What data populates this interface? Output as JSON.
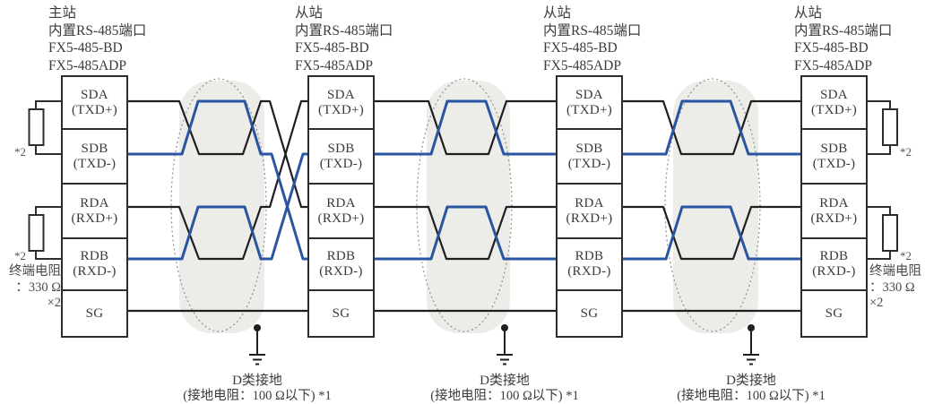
{
  "colors": {
    "wire_black": "#1f1f1f",
    "wire_blue": "#2a55a2",
    "shield_fill": "#ecece9",
    "shield_outline": "#909090",
    "box_border": "#2d2d2d",
    "text": "#3b3b39"
  },
  "stations": [
    {
      "header_lines": [
        "主站",
        "内置RS-485端口",
        "FX5-485-BD",
        "FX5-485ADP"
      ],
      "terminals": [
        [
          "SDA",
          "(TXD+)"
        ],
        [
          "SDB",
          "(TXD-)"
        ],
        [
          "RDA",
          "(RXD+)"
        ],
        [
          "RDB",
          "(RXD-)"
        ],
        [
          "SG",
          ""
        ]
      ]
    },
    {
      "header_lines": [
        "从站",
        "内置RS-485端口",
        "FX5-485-BD",
        "FX5-485ADP"
      ],
      "terminals": [
        [
          "SDA",
          "(TXD+)"
        ],
        [
          "SDB",
          "(TXD-)"
        ],
        [
          "RDA",
          "(RXD+)"
        ],
        [
          "RDB",
          "(RXD-)"
        ],
        [
          "SG",
          ""
        ]
      ]
    },
    {
      "header_lines": [
        "从站",
        "内置RS-485端口",
        "FX5-485-BD",
        "FX5-485ADP"
      ],
      "terminals": [
        [
          "SDA",
          "(TXD+)"
        ],
        [
          "SDB",
          "(TXD-)"
        ],
        [
          "RDA",
          "(RXD+)"
        ],
        [
          "RDB",
          "(RXD-)"
        ],
        [
          "SG",
          ""
        ]
      ]
    },
    {
      "header_lines": [
        "从站",
        "内置RS-485端口",
        "FX5-485-BD",
        "FX5-485ADP"
      ],
      "terminals": [
        [
          "SDA",
          "(TXD+)"
        ],
        [
          "SDB",
          "(TXD-)"
        ],
        [
          "RDA",
          "(RXD+)"
        ],
        [
          "RDB",
          "(RXD-)"
        ],
        [
          "SG",
          ""
        ]
      ]
    }
  ],
  "termination": {
    "marker": "*2",
    "note_lines": [
      "终端电阻",
      "：330 Ω",
      "×2"
    ]
  },
  "ground": {
    "label": "D类接地",
    "detail": "(接地电阻：100 Ω以下) *1"
  },
  "segments": [
    {
      "cable": "shielded-twisted-pair",
      "crossover": true
    },
    {
      "cable": "shielded-twisted-pair",
      "crossover": false
    },
    {
      "cable": "shielded-twisted-pair",
      "crossover": false
    }
  ]
}
